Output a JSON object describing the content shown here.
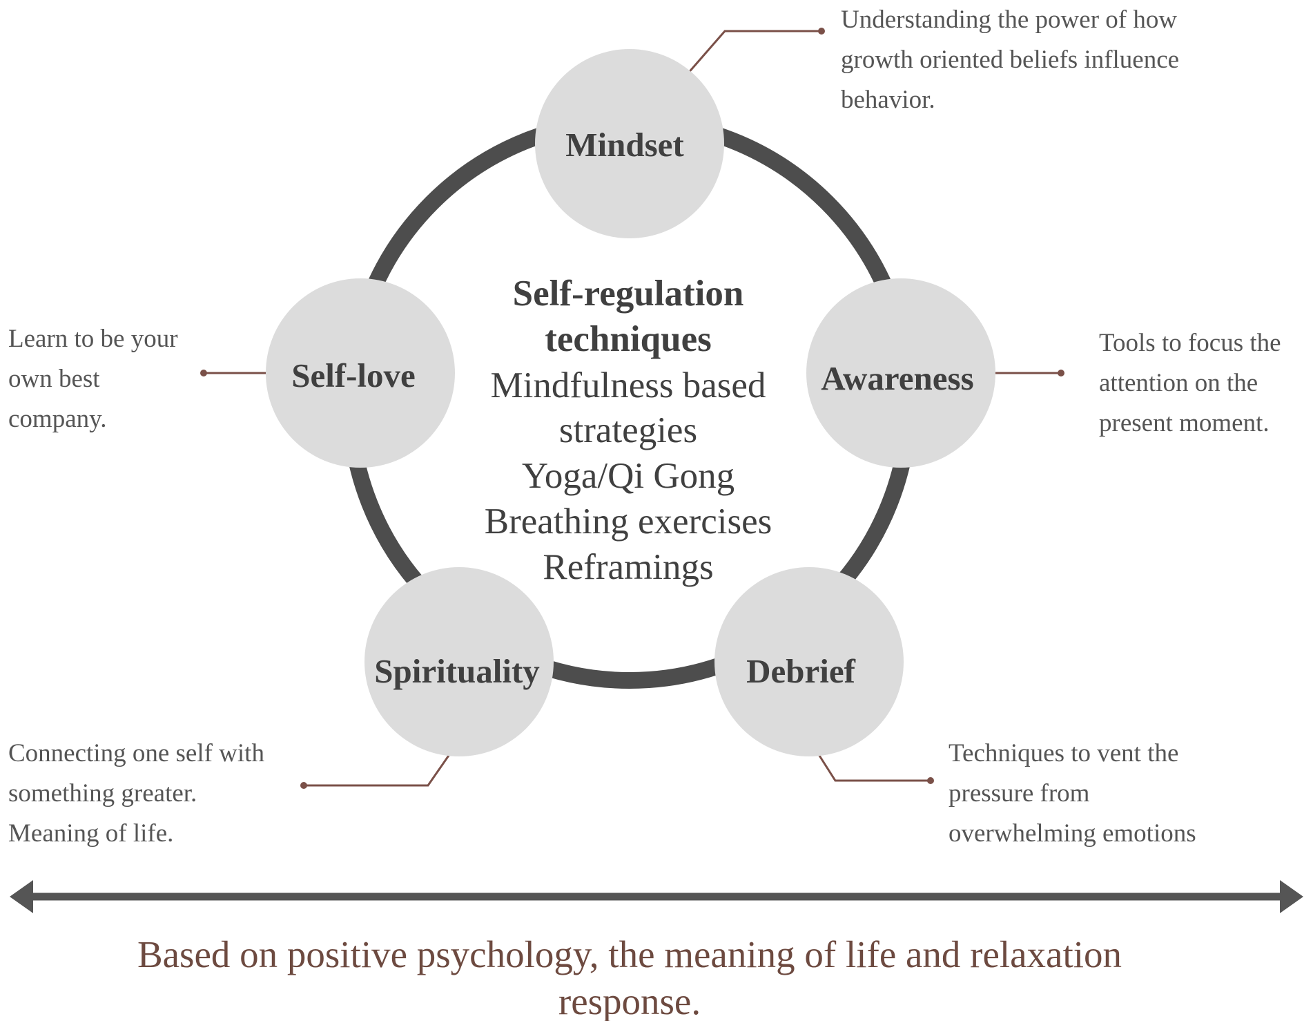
{
  "center": {
    "title_lines": [
      "Self-regulation",
      "techniques"
    ],
    "items": [
      "Mindfulness based",
      "strategies",
      "Yoga/Qi Gong",
      "Breathing exercises",
      "Reframings"
    ]
  },
  "nodes": {
    "mindset": {
      "label": "Mindset",
      "description": [
        "Understanding the power of how",
        "growth oriented beliefs influence",
        "behavior."
      ]
    },
    "awareness": {
      "label": "Awareness",
      "description": [
        "Tools to focus the",
        "attention on the",
        "present moment."
      ]
    },
    "debrief": {
      "label": "Debrief",
      "description": [
        "Techniques to vent the",
        "pressure from",
        "overwhelming emotions"
      ]
    },
    "spirituality": {
      "label": "Spirituality",
      "description": [
        "Connecting one self with",
        "something greater.",
        "Meaning of life."
      ]
    },
    "selflove": {
      "label": "Self-love",
      "description": [
        "Learn to be your",
        "own best",
        "company."
      ]
    }
  },
  "footer": {
    "lines": [
      "Based on positive psychology, the meaning of life and relaxation",
      "response."
    ]
  },
  "colors": {
    "ring": "#4d4d4d",
    "node_fill": "#dcdcdc",
    "leader": "#7a5048",
    "footer_text": "#6d4a40",
    "arrow": "#555555"
  }
}
